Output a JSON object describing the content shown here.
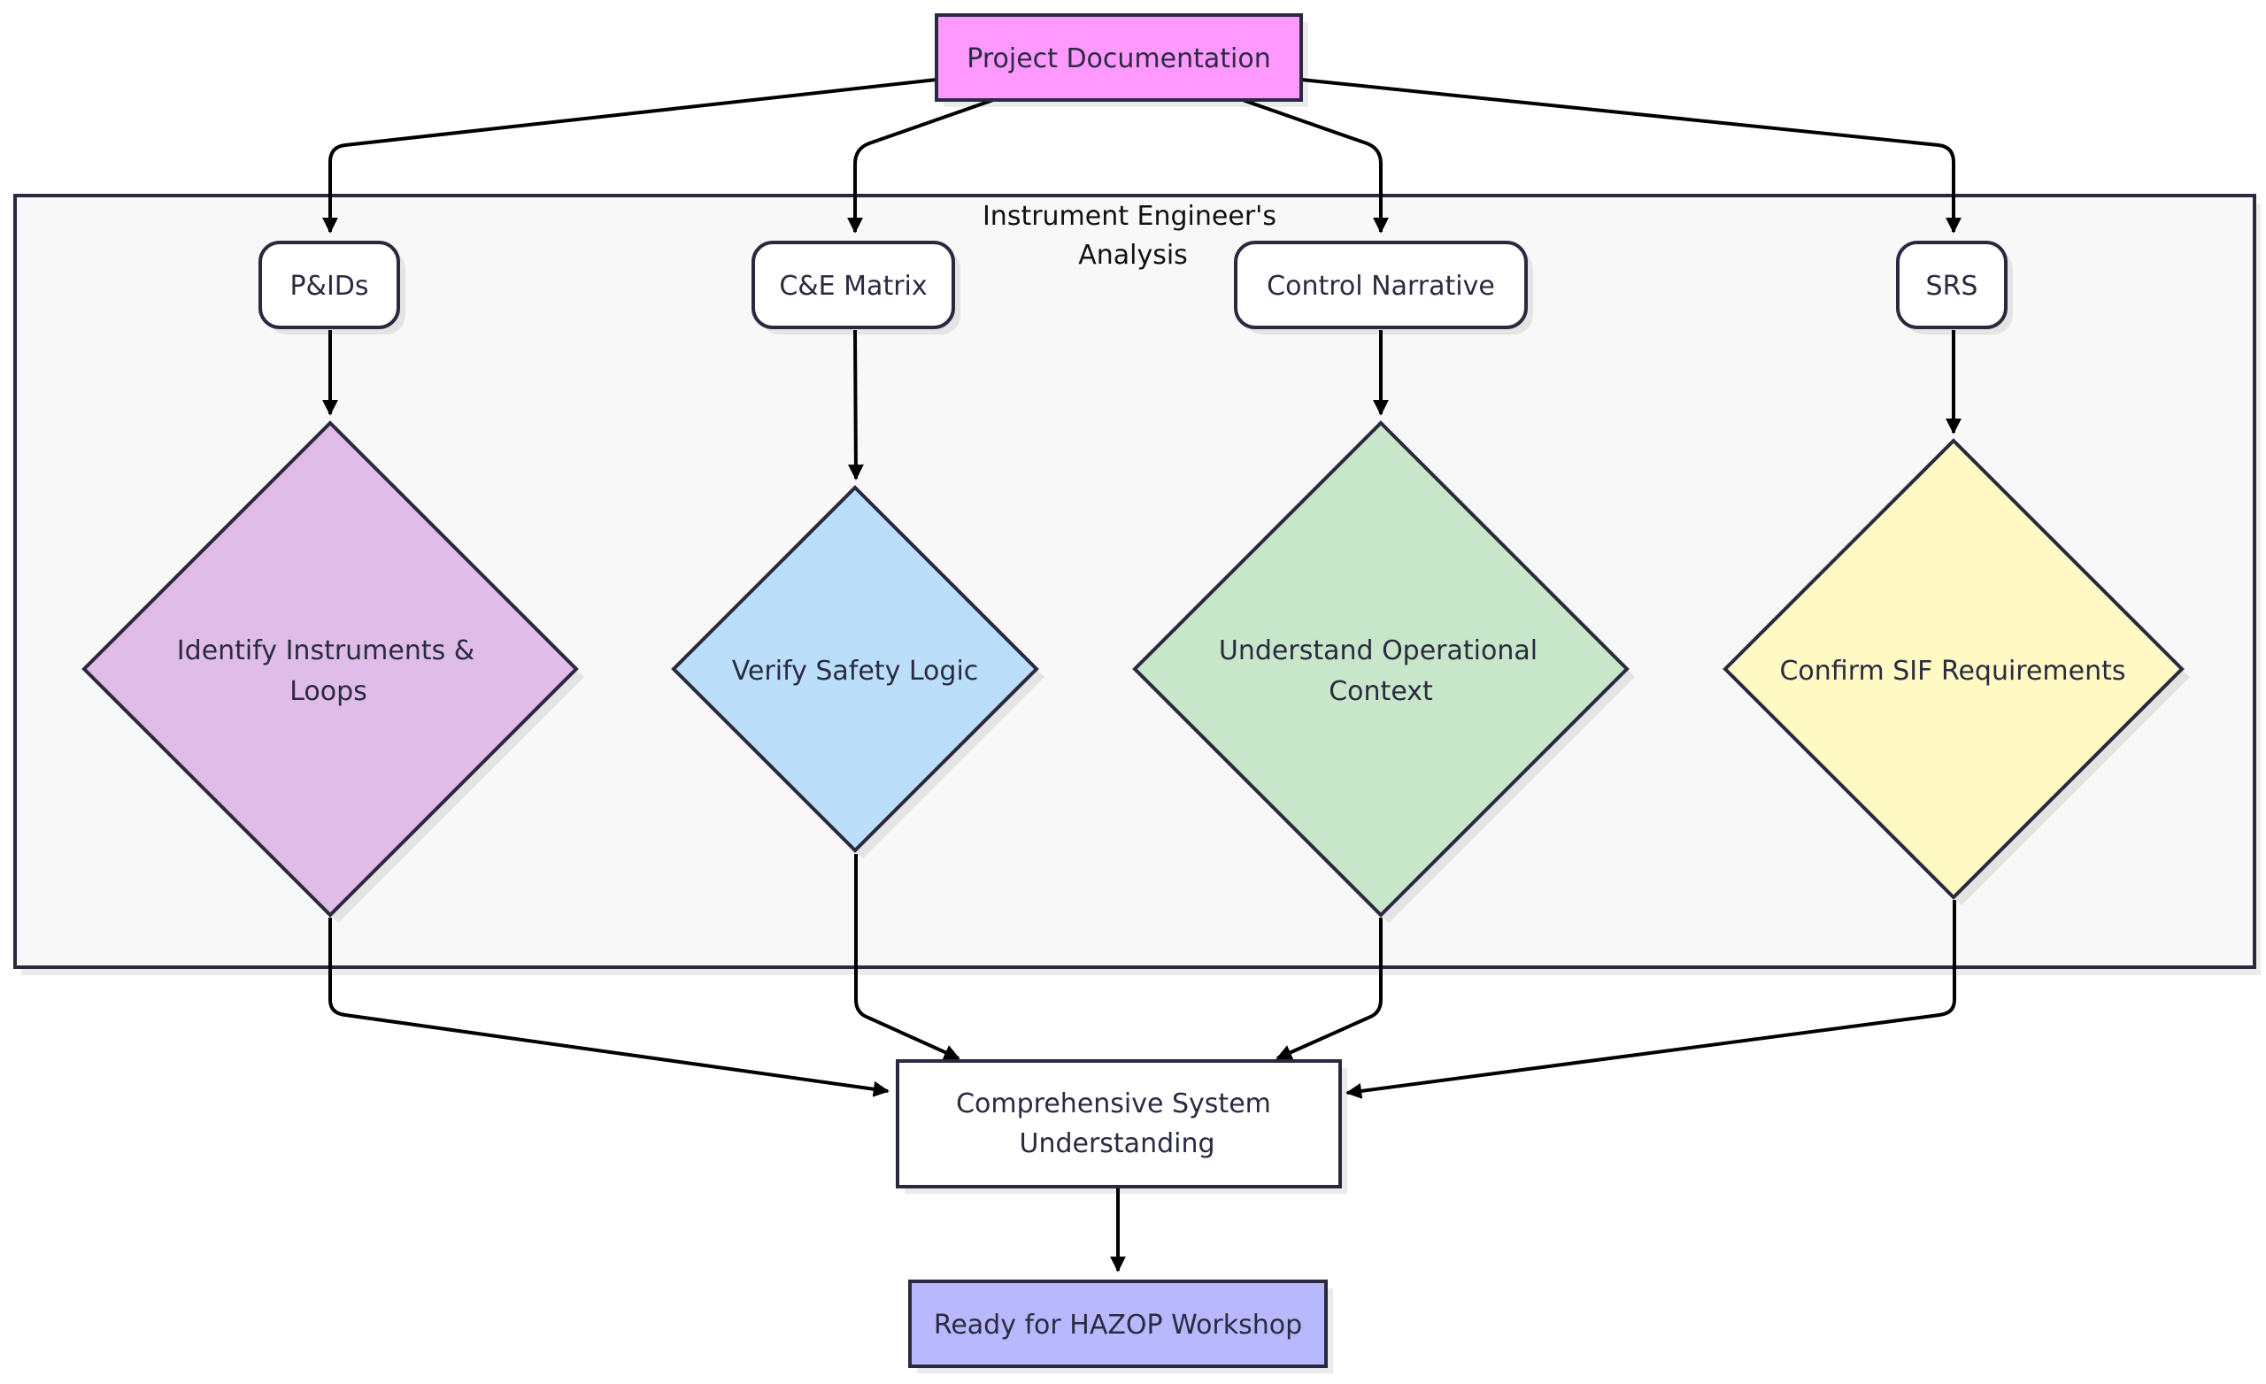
{
  "diagram": {
    "cluster_title_line1": "Instrument Engineer's",
    "cluster_title_line2": "Analysis",
    "nodes": {
      "project_documentation": "Project Documentation",
      "pids": "P&IDs",
      "ce_matrix": "C&E Matrix",
      "control_narrative": "Control Narrative",
      "srs": "SRS",
      "identify_line1": "Identify Instruments &",
      "identify_line2": "Loops",
      "verify": "Verify Safety Logic",
      "understand_line1": "Understand Operational",
      "understand_line2": "Context",
      "confirm": "Confirm SIF Requirements",
      "comprehensive_line1": "Comprehensive System",
      "comprehensive_line2": "Understanding",
      "ready": "Ready for HAZOP Workshop"
    },
    "colors": {
      "project_documentation": "#ff99ff",
      "identify": "#e0bde8",
      "verify": "#bbdefb",
      "understand": "#c8e6c9",
      "confirm": "#fff9c4",
      "ready": "#b8b8ff",
      "cluster_fill": "#f8f8f9",
      "node_stroke": "#2b2940",
      "edge": "#000000"
    }
  }
}
